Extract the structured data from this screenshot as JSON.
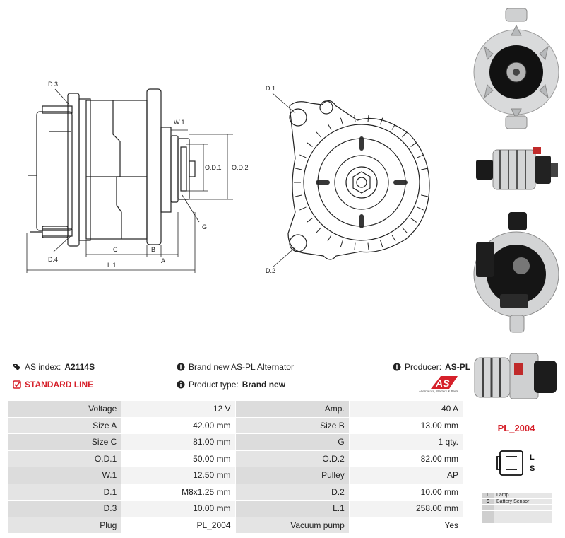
{
  "drawing_labels": {
    "d3": "D.3",
    "d4": "D.4",
    "w1": "W.1",
    "od1": "O.D.1",
    "od2": "O.D.2",
    "g": "G",
    "c": "C",
    "b": "B",
    "a": "A",
    "l1": "L.1",
    "d1": "D.1",
    "d2": "D.2"
  },
  "info": {
    "as_index_label": "AS index:",
    "as_index_value": "A2114S",
    "brand_text": "Brand new AS-PL Alternator",
    "producer_label": "Producer:",
    "producer_value": "AS-PL",
    "standard_line": "STANDARD LINE",
    "product_type_label": "Product type:",
    "product_type_value": "Brand new"
  },
  "logo": {
    "text": "AS",
    "caption": "Alternators, Starters & Parts",
    "accent_color": "#d6202a"
  },
  "specs": [
    [
      "Voltage",
      "12 V",
      "Amp.",
      "40 A"
    ],
    [
      "Size A",
      "42.00 mm",
      "Size B",
      "13.00 mm"
    ],
    [
      "Size C",
      "81.00 mm",
      "G",
      "1 qty."
    ],
    [
      "O.D.1",
      "50.00 mm",
      "O.D.2",
      "82.00 mm"
    ],
    [
      "W.1",
      "12.50 mm",
      "Pulley",
      "AP"
    ],
    [
      "D.1",
      "M8x1.25 mm",
      "D.2",
      "10.00 mm"
    ],
    [
      "D.3",
      "10.00 mm",
      "L.1",
      "258.00 mm"
    ],
    [
      "Plug",
      "PL_2004",
      "Vacuum pump",
      "Yes"
    ]
  ],
  "plug": {
    "name": "PL_2004",
    "diagram_pins": [
      "L",
      "S"
    ],
    "pins": [
      {
        "key": "L",
        "desc": "Lamp"
      },
      {
        "key": "S",
        "desc": "Battery Sensor"
      }
    ]
  }
}
